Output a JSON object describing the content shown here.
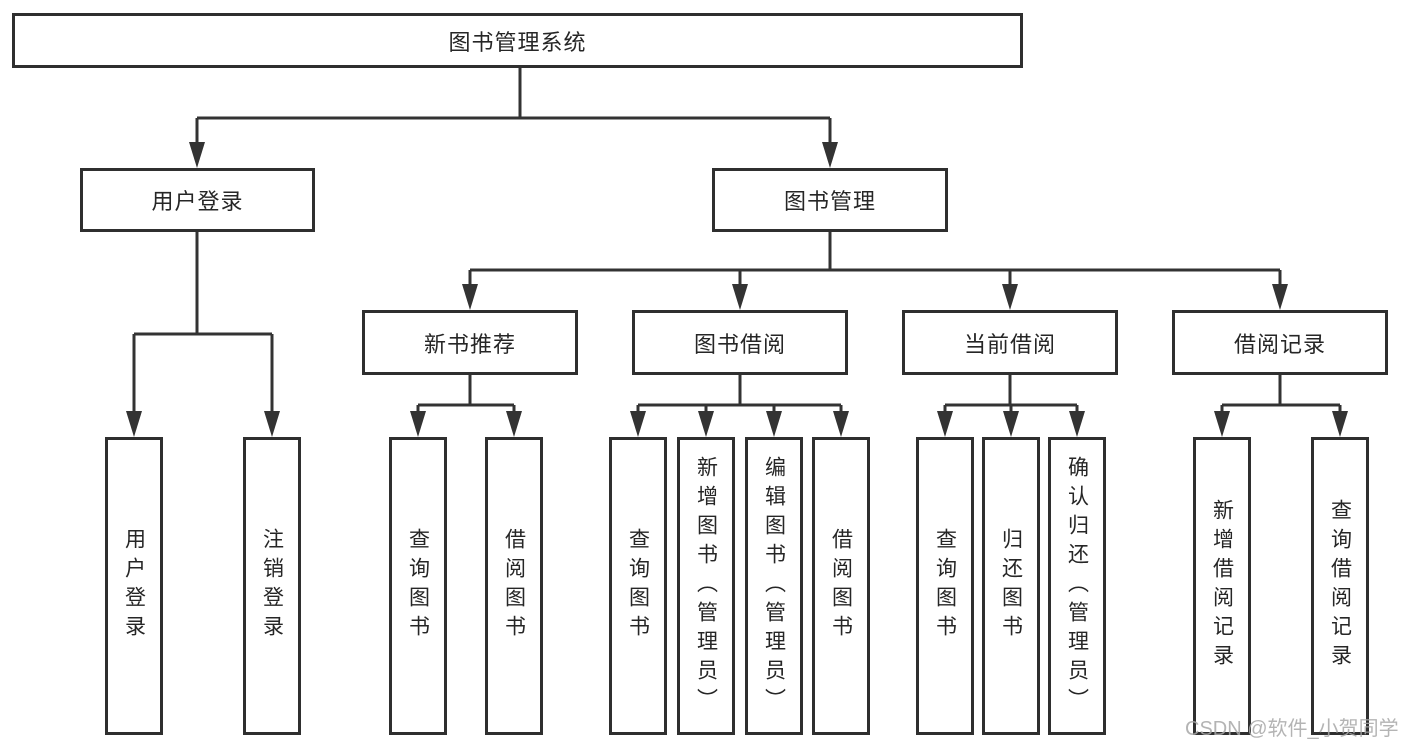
{
  "diagram": {
    "root": {
      "label": "图书管理系统"
    },
    "level2": [
      {
        "id": "user-login",
        "label": "用户登录"
      },
      {
        "id": "book-management",
        "label": "图书管理"
      }
    ],
    "level3": [
      {
        "id": "new-book-recommend",
        "label": "新书推荐"
      },
      {
        "id": "book-borrowing",
        "label": "图书借阅"
      },
      {
        "id": "current-borrowing",
        "label": "当前借阅"
      },
      {
        "id": "borrowing-records",
        "label": "借阅记录"
      }
    ],
    "leaves": {
      "user_login": [
        "用户登录",
        "注销登录"
      ],
      "new_book_recommend": [
        "查询图书",
        "借阅图书"
      ],
      "book_borrowing": [
        "查询图书",
        "新增图书（管理员）",
        "编辑图书（管理员）",
        "借阅图书"
      ],
      "current_borrowing": [
        "查询图书",
        "归还图书",
        "确认归还（管理员）"
      ],
      "borrowing_records": [
        "新增借阅记录",
        "查询借阅记录"
      ]
    },
    "watermark": "CSDN @软件_小贺同学",
    "colors": {
      "line": "#333333",
      "border": "#2f2f2f",
      "text": "#262626",
      "background": "#ffffff",
      "watermark": "#a8a8a8"
    }
  }
}
